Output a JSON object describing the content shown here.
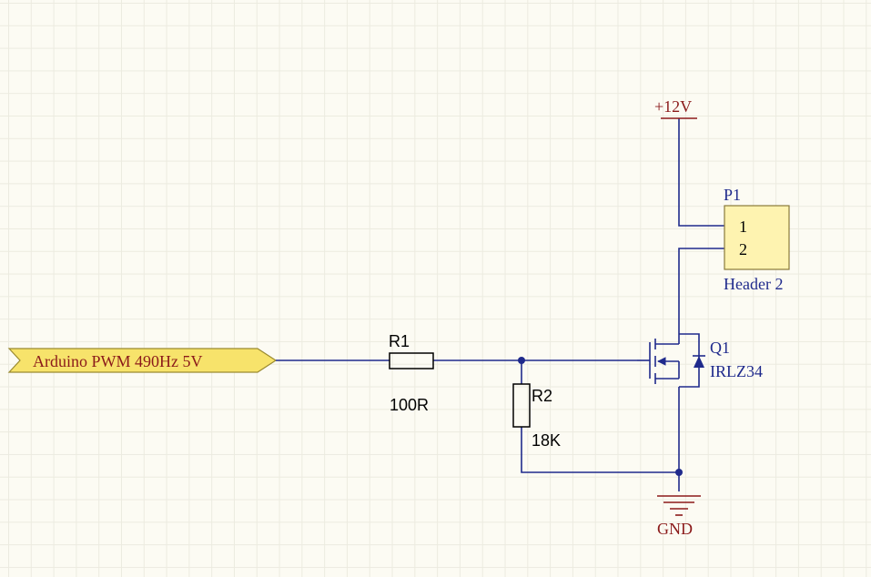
{
  "colors": {
    "wire": "#1f2a8c",
    "power": "#8b1a1a",
    "header_fill": "#fef3b0",
    "port_fill": "#f7e36b",
    "background": "#fcfbf3"
  },
  "net_port": {
    "label": "Arduino PWM 490Hz 5V"
  },
  "r1": {
    "designator": "R1",
    "value": "100R"
  },
  "r2": {
    "designator": "R2",
    "value": "18K"
  },
  "q1": {
    "designator": "Q1",
    "value": "IRLZ34"
  },
  "p1": {
    "designator": "P1",
    "pin1": "1",
    "pin2": "2",
    "comment": "Header 2"
  },
  "power": {
    "vcc_label": "+12V",
    "gnd_label": "GND"
  }
}
